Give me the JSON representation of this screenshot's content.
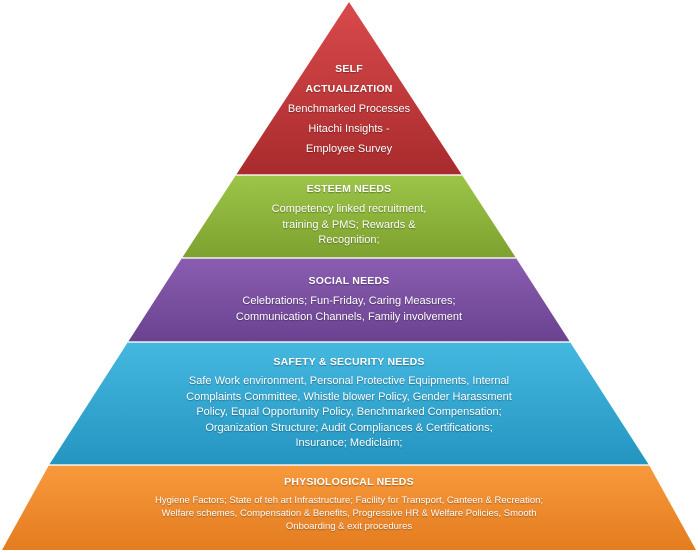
{
  "diagram": {
    "colors": {
      "self_actualization": "#C0393B",
      "esteem": "#8DB33A",
      "social": "#7B4FA0",
      "safety": "#2FA9D3",
      "physiological": "#F0882A"
    },
    "layers": [
      {
        "key": "self_actualization",
        "title_lines": [
          "SELF",
          "ACTUALIZATION"
        ],
        "lines": [
          "Benchmarked Processes",
          "Hitachi Insights  -",
          "Employee Survey"
        ]
      },
      {
        "key": "esteem",
        "title": "ESTEEM  NEEDS",
        "lines": [
          "Competency linked recruitment,",
          "training & PMS; Rewards &",
          "Recognition;"
        ]
      },
      {
        "key": "social",
        "title": "SOCIAL NEEDS",
        "lines": [
          "Celebrations; Fun-Friday, Caring Measures;",
          "Communication Channels, Family involvement"
        ]
      },
      {
        "key": "safety",
        "title": "SAFETY  & SECURITY NEEDS",
        "lines": [
          "Safe Work environment, Personal Protective Equipments,  Internal",
          "Complaints Committee,  Whistle blower Policy, Gender Harassment",
          "Policy, Equal Opportunity Policy, Benchmarked Compensation;",
          "Organization Structure; Audit Compliances & Certifications;",
          "Insurance; Mediclaim;"
        ]
      },
      {
        "key": "physiological",
        "title": "PHYSIOLOGICAL NEEDS",
        "lines": [
          "Hygiene Factors; State of teh art Infrastructure;  Facility for Transport,  Canteen & Recreation;",
          "Welfare schemes, Compensation & Benefits, Progressive HR & Welfare Policies, Smooth",
          "Onboarding & exit procedures"
        ]
      }
    ]
  }
}
